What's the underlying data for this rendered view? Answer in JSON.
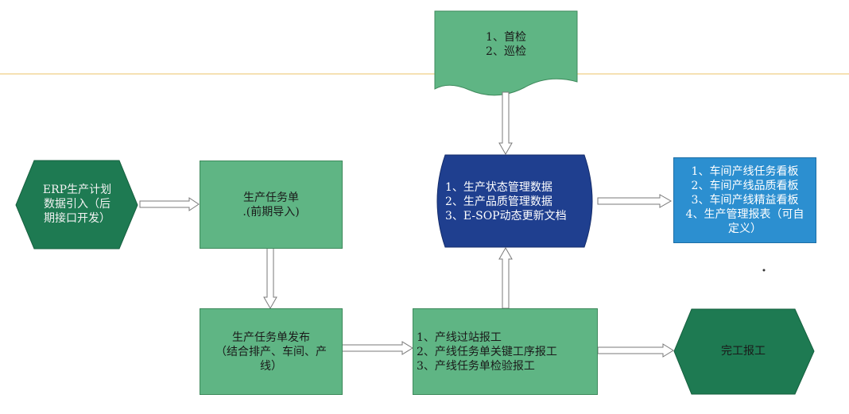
{
  "nodes": {
    "erp_import": {
      "text": "ERP生产计划\n数据引入（后\n期接口开发）",
      "color": "#1e7a52"
    },
    "task_order": {
      "text": "生产任务单\n.(前期导入)",
      "color": "#5fb584"
    },
    "inspection_doc": {
      "text": "1、首检\n2、巡检",
      "color": "#5fb584"
    },
    "mgmt_data": {
      "text": "1、生产状态管理数据\n2、生产品质管理数据\n3、E-SOP动态更新文档",
      "color": "#1f3f8f"
    },
    "kanban": {
      "text": "1、车间产线任务看板\n2、车间产线品质看板\n3、车间产线精益看板\n4、生产管理报表（可自\n定义）",
      "color": "#2c8fd0"
    },
    "task_release": {
      "text": "生产任务单发布\n（结合排产、车间、产\n线）",
      "color": "#5fb584"
    },
    "line_report": {
      "text": "1、产线过站报工\n2、产线任务单关键工序报工\n3、产线任务单检验报工",
      "color": "#5fb584"
    },
    "completion": {
      "text": "完工报工",
      "color": "#1e7a52"
    }
  },
  "guide_line_color": "#f2d79a"
}
